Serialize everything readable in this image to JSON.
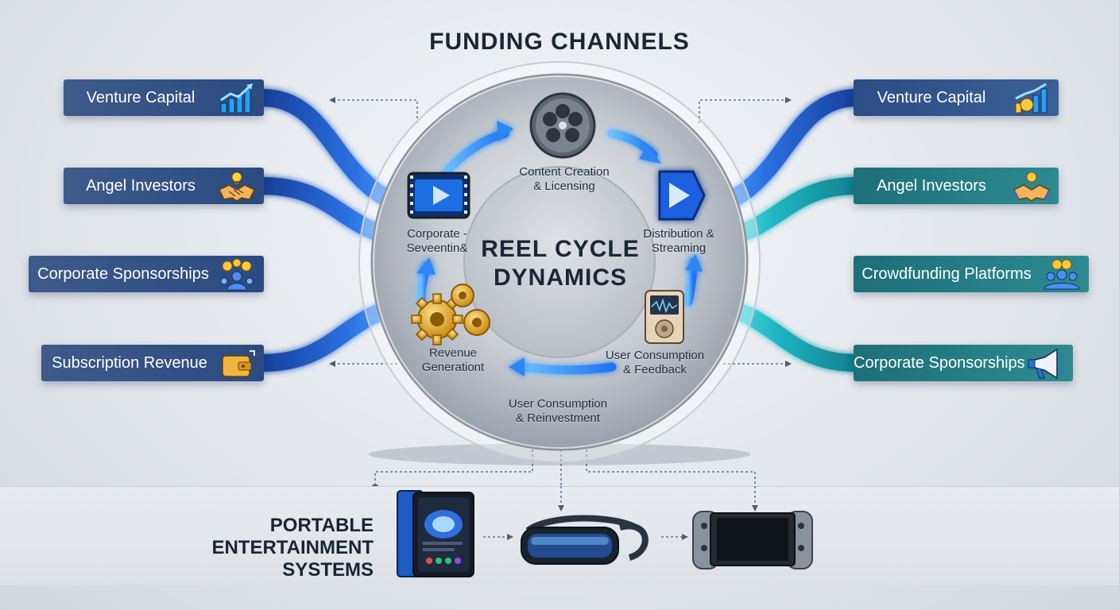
{
  "title": "FUNDING CHANNELS",
  "left_channels": [
    {
      "label": "Venture Capital",
      "icon": "growth-chart-icon"
    },
    {
      "label": "Angel Investors",
      "icon": "handshake-bulb-icon"
    },
    {
      "label": "Corporate Sponsorships",
      "icon": "coins-person-icon"
    },
    {
      "label": "Subscription Revenue",
      "icon": "wallet-icon"
    }
  ],
  "right_channels": [
    {
      "label": "Venture Capital",
      "icon": "coin-chart-icon"
    },
    {
      "label": "Angel Investors",
      "icon": "handshake-coin-icon"
    },
    {
      "label": "Crowdfunding Platforms",
      "icon": "crowd-coins-icon"
    },
    {
      "label": "Corporate Sponsorships",
      "icon": "megaphone-icon"
    }
  ],
  "cycle": {
    "center_line1": "REEL CYCLE",
    "center_line2": "DYNAMICS",
    "content_creation_line1": "Content Creation",
    "content_creation_line2": "& Licensing",
    "distribution_line1": "Distribution &",
    "distribution_line2": "Streaming",
    "user_feedback_line1": "User Consumption",
    "user_feedback_line2": "& Feedback",
    "reinvestment_line1": "User Consumption",
    "reinvestment_line2": "& Reinvestment",
    "revenue_line1": "Revenue",
    "revenue_line2": "Generationt",
    "corporate_line1": "Corporate -",
    "corporate_line2": "Seveentin&"
  },
  "portable": {
    "line1": "PORTABLE",
    "line2": "ENTERTAINMENT SYSTEMS",
    "devices": [
      "smartphone-icon",
      "vr-headset-icon",
      "handheld-console-icon"
    ]
  },
  "colors": {
    "blue_stream": "#1f5fd6",
    "teal_stream": "#1fb5c4",
    "arrow_blue": "#3a8cf5",
    "text_dark": "#1d2733"
  }
}
